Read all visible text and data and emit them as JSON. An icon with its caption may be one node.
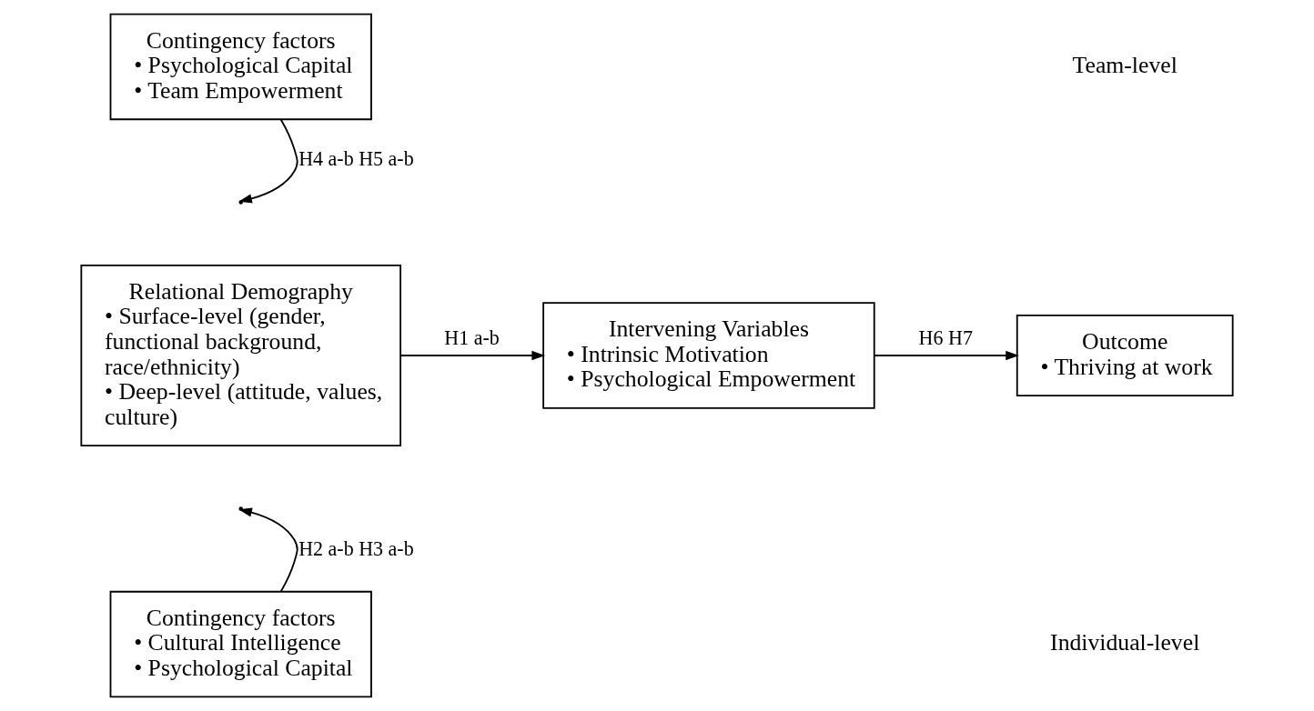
{
  "diagram": {
    "nodes": [
      {
        "text": [
          "Contingency factors",
          "• Psychological Capital",
          "• Team Empowerment"
        ]
      },
      {
        "text": [
          "Relational Demography",
          "• Surface-level (gender, functional background, race/ethnicity)",
          "• Deep-level (attitude, values, culture)"
        ]
      },
      {
        "text": [
          "Intervening Variables",
          "• Intrinsic Motivation",
          "• Psychological Empowerment"
        ]
      },
      {
        "text": [
          "Outcome",
          "• Thriving at work"
        ]
      },
      {
        "text": [
          "Contingency factors",
          "• Cultural Intelligence",
          "• Psychological Capital"
        ]
      }
    ],
    "edges": [
      {
        "from": 1,
        "to": 2,
        "arrow": "to",
        "label": "H1 a-b"
      },
      {
        "from": 0,
        "to": null,
        "arrow": "to",
        "label": "H4 a-b H5 a-b"
      },
      {
        "from": 4,
        "to": null,
        "arrow": "to",
        "label": "H2 a-b H3 a-b"
      },
      {
        "from": 2,
        "to": 3,
        "arrow": "to",
        "label": "H6 H7"
      }
    ],
    "labels": [
      "Team-level",
      "Individual-level"
    ]
  }
}
